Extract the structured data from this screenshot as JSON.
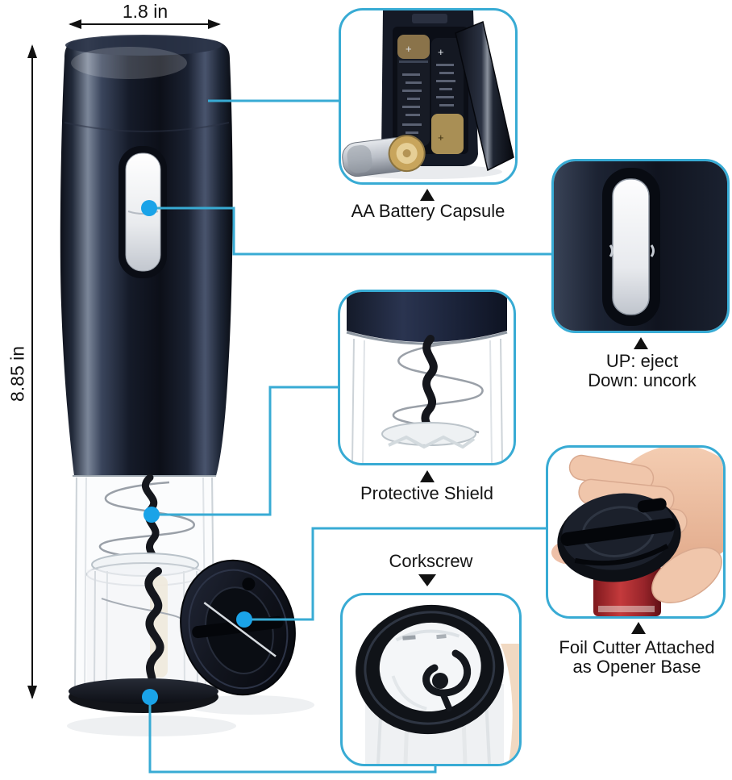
{
  "dimensions": {
    "width_label": "1.8 in",
    "height_label": "8.85 in"
  },
  "callouts": {
    "battery": {
      "label": "AA Battery Capsule"
    },
    "switch": {
      "line1": "UP: eject",
      "line2": "Down: uncork"
    },
    "shield": {
      "label": "Protective Shield"
    },
    "corkscrew": {
      "label": "Corkscrew"
    },
    "foil": {
      "line1": "Foil Cutter Attached",
      "line2": "as Opener Base"
    }
  },
  "icons": {
    "battery_pointer": "arrow-up-icon",
    "switch_pointer": "arrow-up-icon",
    "shield_pointer": "arrow-up-icon",
    "corkscrew_pointer": "arrow-down-icon",
    "foil_pointer": "arrow-up-icon",
    "callout_dot": "dot-marker"
  },
  "colors": {
    "accent_line": "#38abd4",
    "callout_dot": "#1aa3e8",
    "label_text": "#141414",
    "dimension_line": "#111111",
    "product_body": "#161c2b",
    "bottle_red": "#b02a2e",
    "battery_gold": "#c8a55c"
  }
}
